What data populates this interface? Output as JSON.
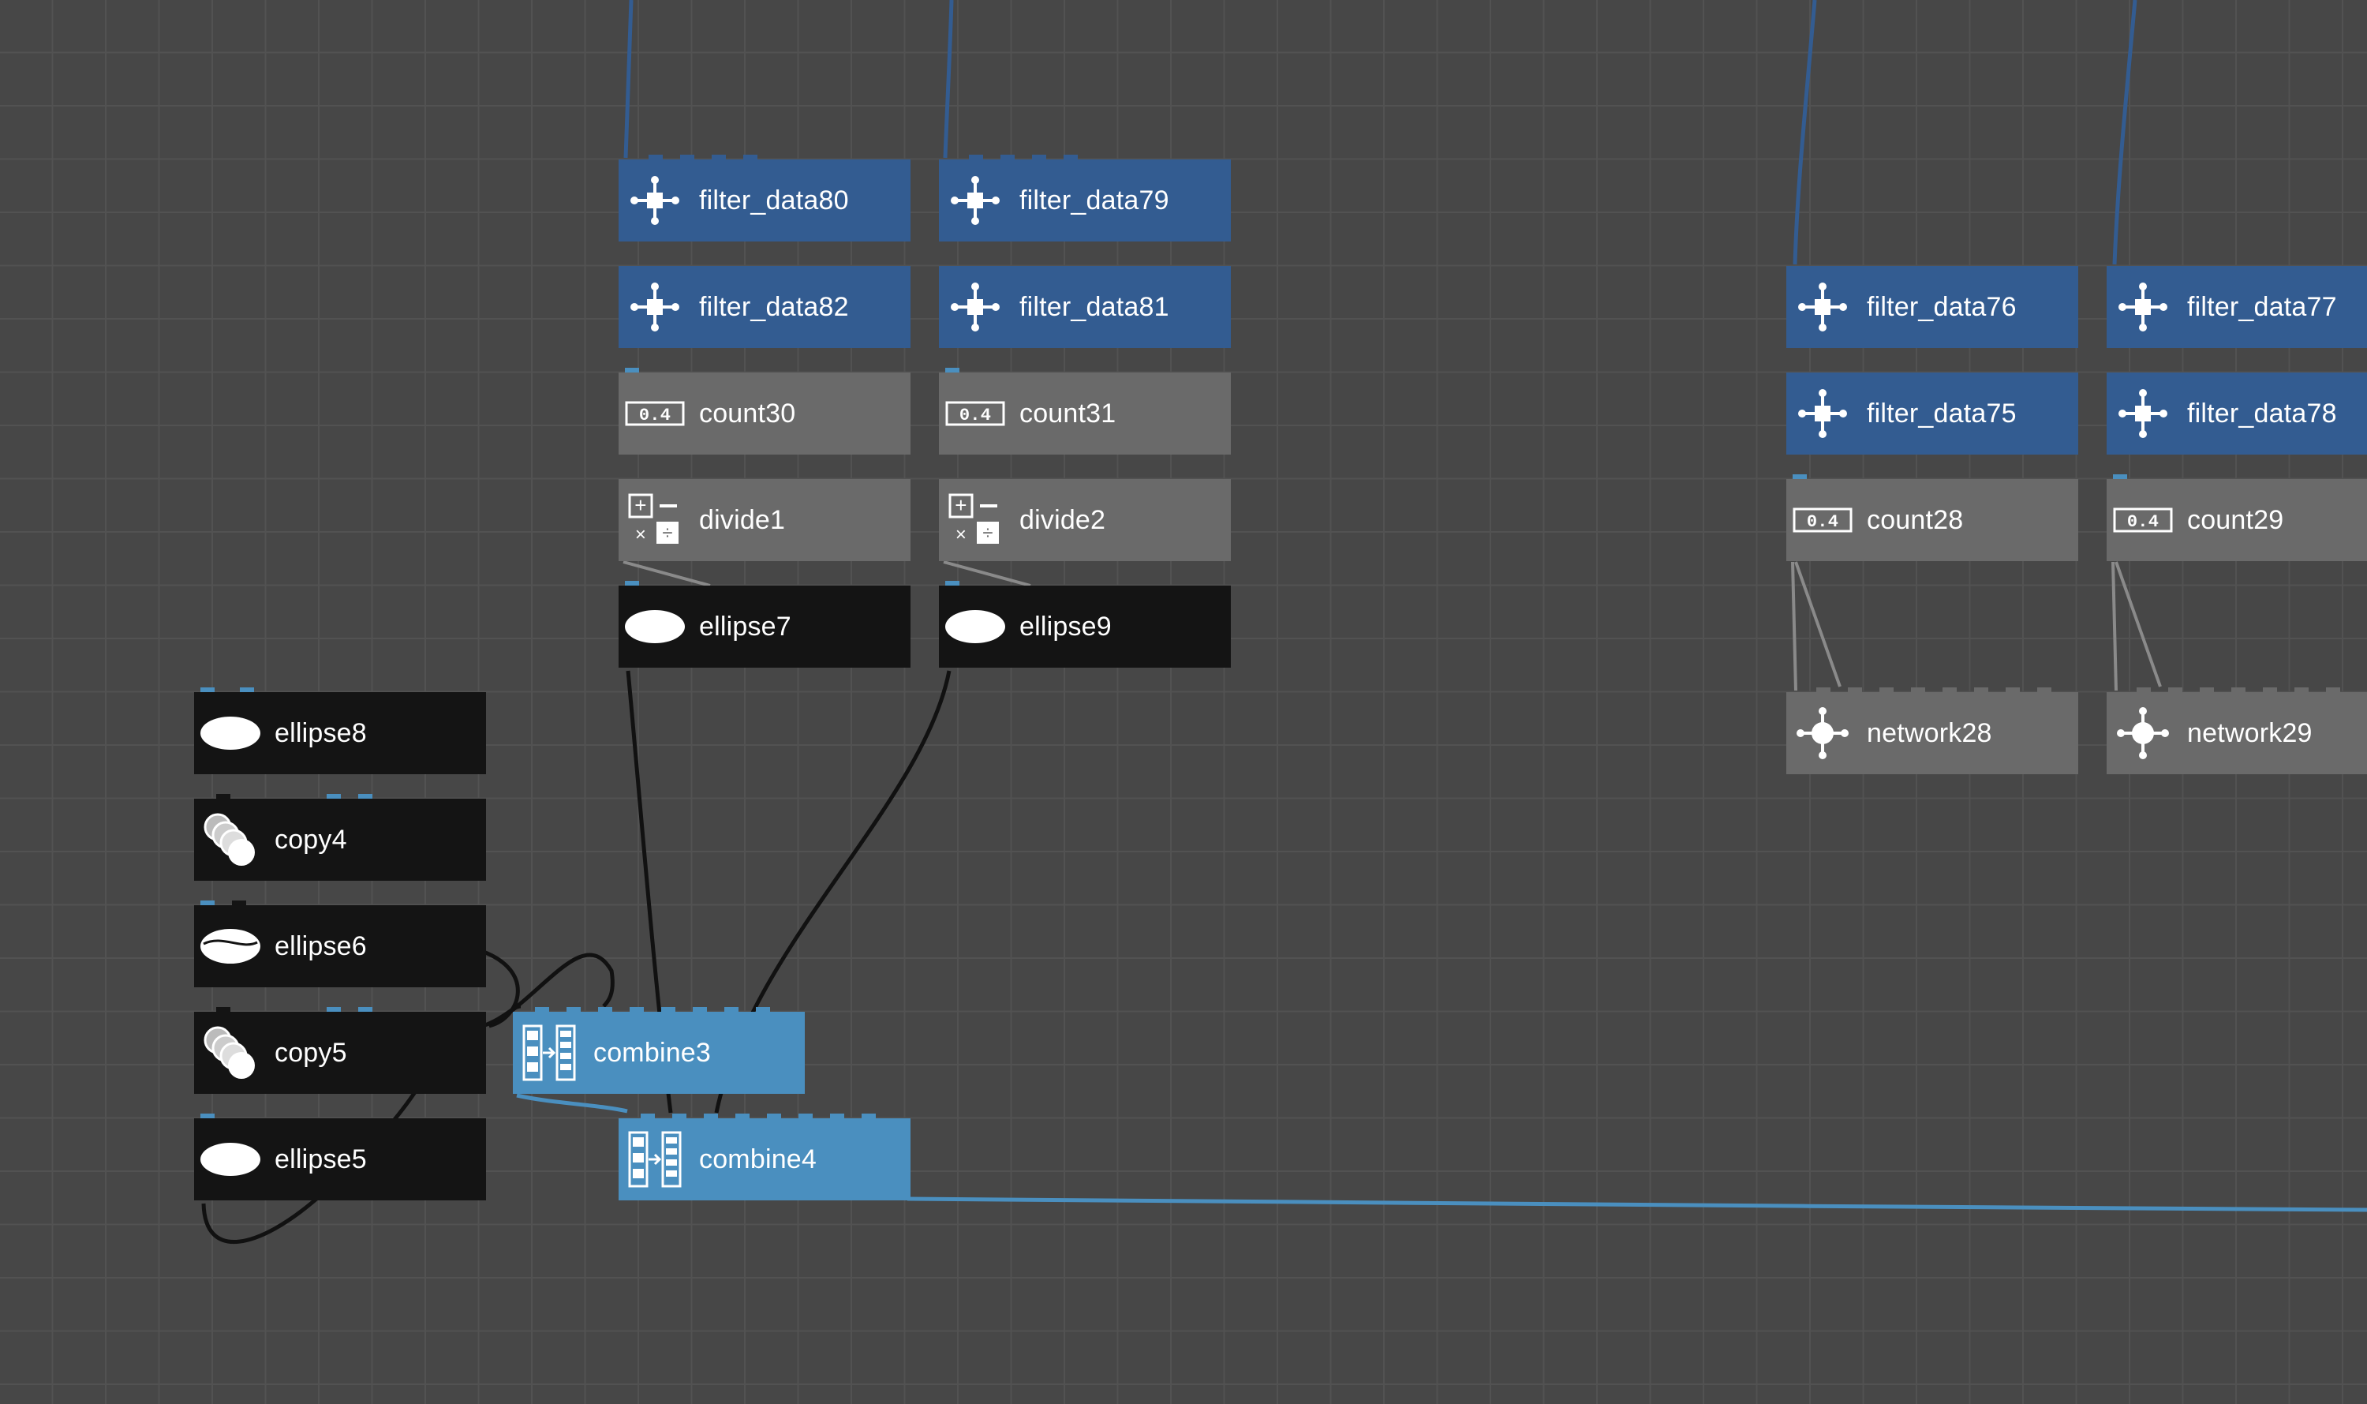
{
  "network": {
    "nodes": {
      "filter_data80": "filter_data80",
      "filter_data79": "filter_data79",
      "filter_data82": "filter_data82",
      "filter_data81": "filter_data81",
      "count30": "count30",
      "count31": "count31",
      "divide1": "divide1",
      "divide2": "divide2",
      "ellipse7": "ellipse7",
      "ellipse9": "ellipse9",
      "ellipse8": "ellipse8",
      "copy4": "copy4",
      "ellipse6": "ellipse6",
      "copy5": "copy5",
      "ellipse5": "ellipse5",
      "combine3": "combine3",
      "combine4": "combine4",
      "filter_data76": "filter_data76",
      "filter_data77": "filter_data77",
      "filter_data75": "filter_data75",
      "filter_data78": "filter_data78",
      "count28": "count28",
      "count29": "count29",
      "network28": "network28",
      "network29": "network29"
    },
    "node_categories": {
      "filter": "filter-data-icon",
      "count": "count-icon",
      "math": "calculator-icon",
      "geometry": "ellipse-icon",
      "copy": "copy-stack-icon",
      "list": "combine-icon",
      "network": "network-icon"
    },
    "colors": {
      "canvas": "#474747",
      "grid": "#525252",
      "filter_node": "#335c91",
      "count_node": "#6a6a6a",
      "geometry_node": "#141414",
      "list_node": "#4a8fbf",
      "wire_filter": "#335c91",
      "wire_geometry": "#111111",
      "wire_list": "#4a8fbf",
      "wire_count": "#8a8a8a"
    }
  }
}
